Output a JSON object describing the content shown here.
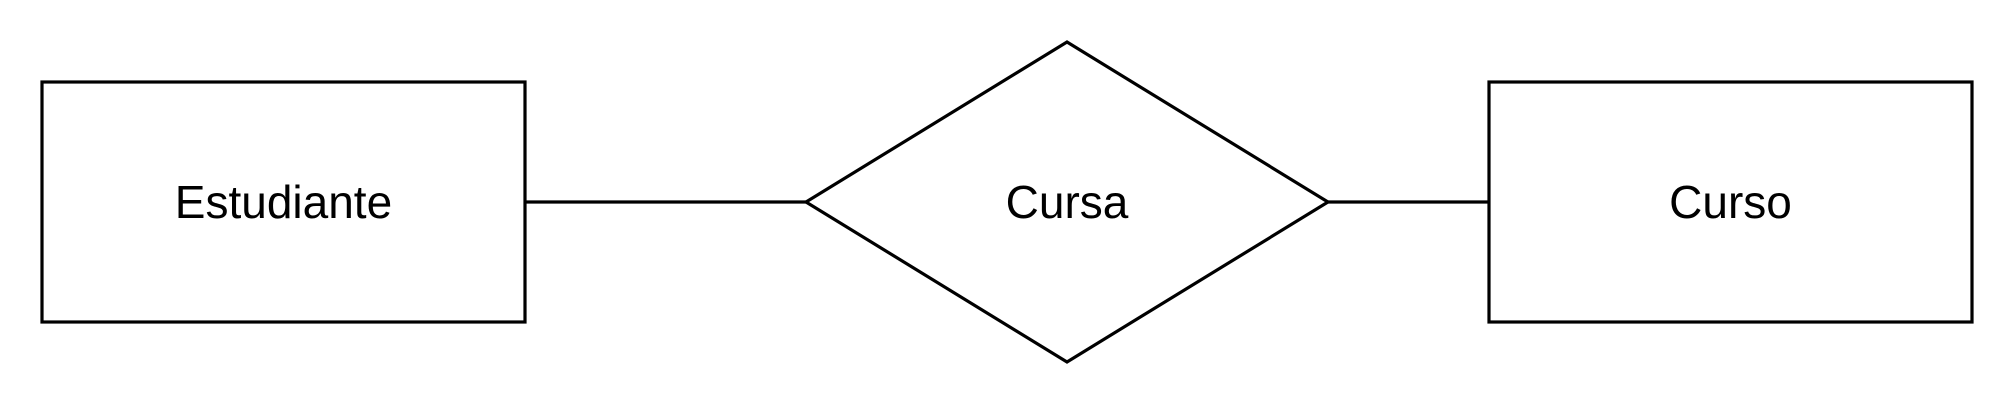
{
  "diagram": {
    "entities": {
      "left": "Estudiante",
      "right": "Curso"
    },
    "relationship": "Cursa"
  }
}
